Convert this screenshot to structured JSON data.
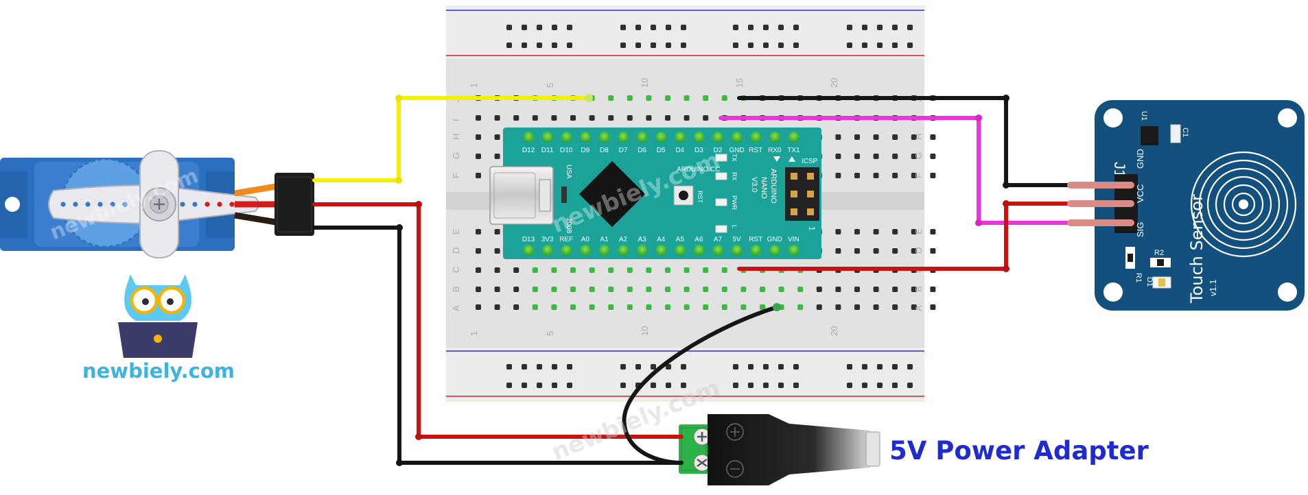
{
  "labels": {
    "power_adapter": "5V Power Adapter",
    "brand": "newbiely.com",
    "watermark": "newbiely.com",
    "breadboard_cols": [
      "1",
      "5",
      "10",
      "15",
      "20"
    ],
    "breadboard_rows_top": [
      "J",
      "I",
      "H",
      "G",
      "F"
    ],
    "breadboard_rows_bottom": [
      "E",
      "D",
      "C",
      "B",
      "A"
    ]
  },
  "nano": {
    "brand": "ARDUINO.CC",
    "name": "ARDUINO",
    "model": "NANO",
    "version": "V3.0",
    "icsp": "ICSP",
    "usa": "USA",
    "year": "2008",
    "rst": "RST",
    "pin1": "1",
    "leds": [
      "TX",
      "RX",
      "PWR",
      "L"
    ],
    "top_pins": [
      "D12",
      "D11",
      "D10",
      "D9",
      "D8",
      "D7",
      "D6",
      "D5",
      "D4",
      "D3",
      "D2",
      "GND",
      "RST",
      "RX0",
      "TX1"
    ],
    "bottom_pins": [
      "D13",
      "3V3",
      "REF",
      "A0",
      "A1",
      "A2",
      "A3",
      "A4",
      "A5",
      "A6",
      "A7",
      "5V",
      "RST",
      "GND",
      "VIN"
    ]
  },
  "sensor": {
    "title": "Touch Sensor",
    "version": "v1.1",
    "header": "J1",
    "pins": [
      "GND",
      "VCC",
      "SIG"
    ],
    "parts": [
      "U1",
      "C1",
      "R2",
      "R1",
      "D1"
    ]
  },
  "colors": {
    "signal_servo": "#f4f000",
    "signal_sensor": "#ee33dd",
    "power": "#cc1111",
    "ground": "#151515",
    "nano_board": "#1ba39a",
    "sensor_board": "#14507d",
    "servo_body": "#2a6fc0",
    "adapter_terminal": "#2db24a",
    "brand": "#3fb3e0",
    "caption": "#1f2bd0"
  }
}
